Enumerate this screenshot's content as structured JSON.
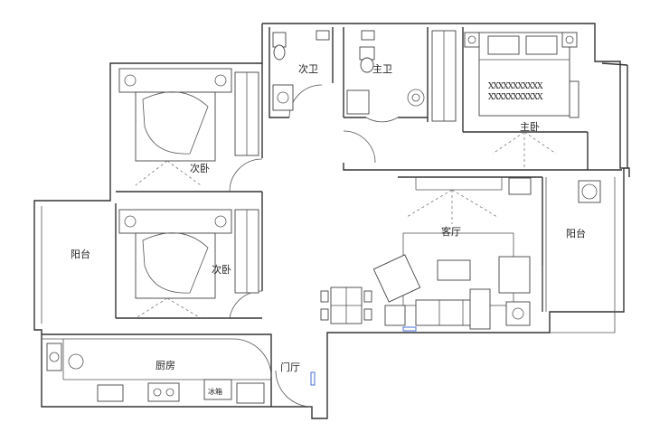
{
  "rooms": {
    "bath_secondary": "次卫",
    "bath_master": "主卫",
    "bedroom_master": "主卧",
    "bedroom_upper": "次卧",
    "bedroom_lower": "次卧",
    "balcony_left": "阳台",
    "balcony_right": "阳台",
    "living_room": "客厅",
    "kitchen": "厨房",
    "entrance": "门厅"
  },
  "labels": {
    "fridge": "冰箱"
  }
}
